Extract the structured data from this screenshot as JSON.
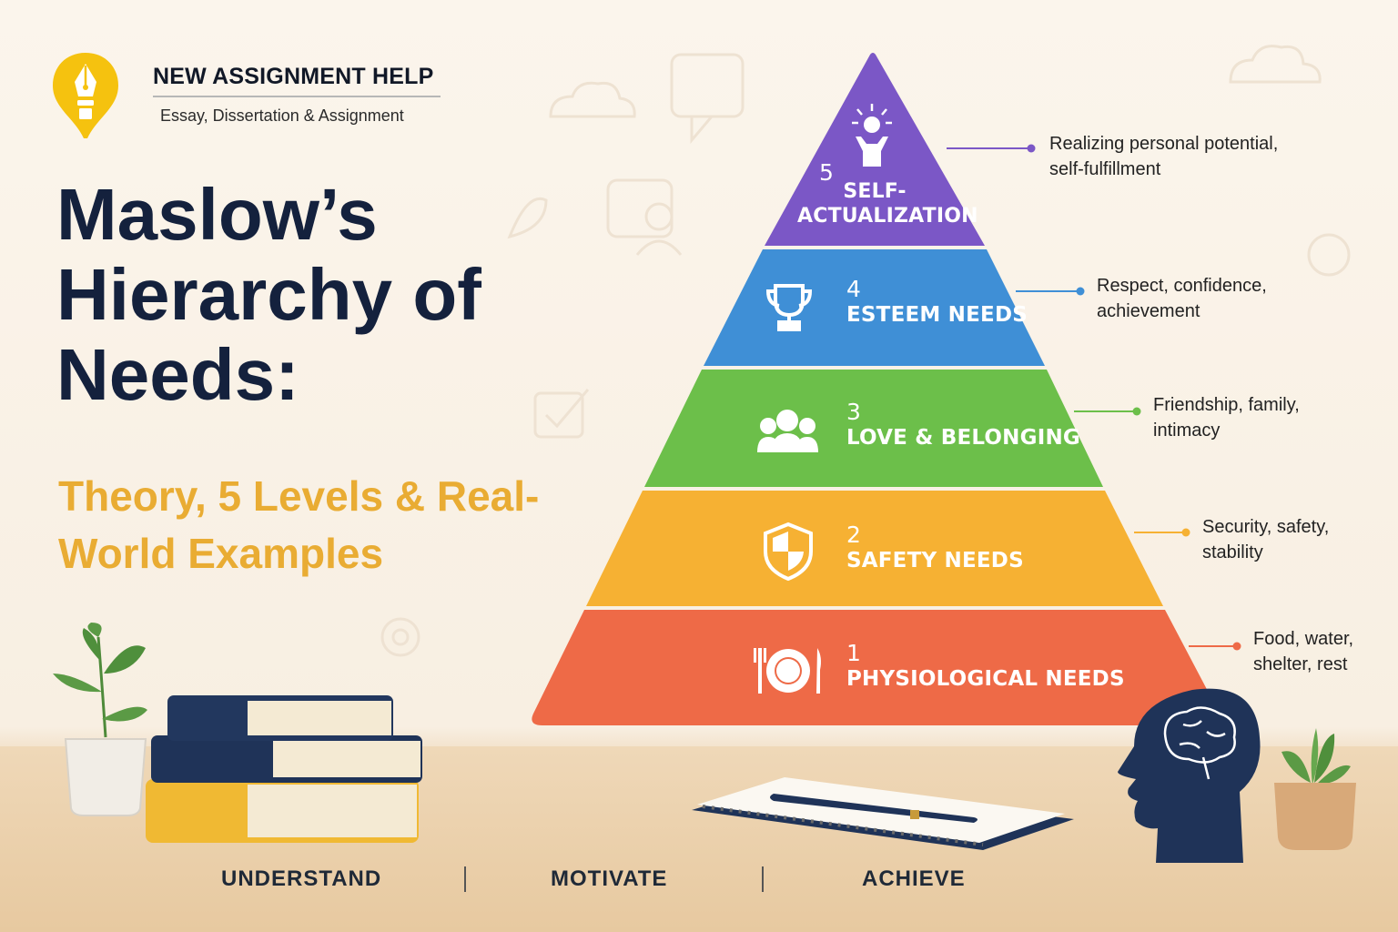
{
  "brand": {
    "name": "NEW ASSIGNMENT HELP",
    "tagline": "Essay, Dissertation & Assignment"
  },
  "headline": {
    "title": "Maslow’s Hierarchy of Needs:",
    "subtitle": "Theory, 5 Levels & Real-World Examples"
  },
  "levels": [
    {
      "number": "5",
      "name": "SELF-ACTUALIZATION",
      "description": "Realizing personal potential, self-fulfillment",
      "color": "#7b57c6",
      "icon": "person-lightbulb-icon"
    },
    {
      "number": "4",
      "name": "ESTEEM NEEDS",
      "description": "Respect, confidence, achievement",
      "color": "#3f8fd6",
      "icon": "trophy-icon"
    },
    {
      "number": "3",
      "name": "LOVE & BELONGING",
      "description": "Friendship, family, intimacy",
      "color": "#6cbf4a",
      "icon": "group-icon"
    },
    {
      "number": "2",
      "name": "SAFETY NEEDS",
      "description": "Security, safety, stability",
      "color": "#f6b133",
      "icon": "shield-icon"
    },
    {
      "number": "1",
      "name": "PHYSIOLOGICAL NEEDS",
      "description": "Food, water, shelter, rest",
      "color": "#ee6a47",
      "icon": "plate-cutlery-icon"
    }
  ],
  "footer": [
    "UNDERSTAND",
    "MOTIVATE",
    "ACHIEVE"
  ],
  "colors": {
    "navy": "#14213d",
    "accent_yellow": "#e9ac33",
    "background": "#fbf5ec"
  }
}
